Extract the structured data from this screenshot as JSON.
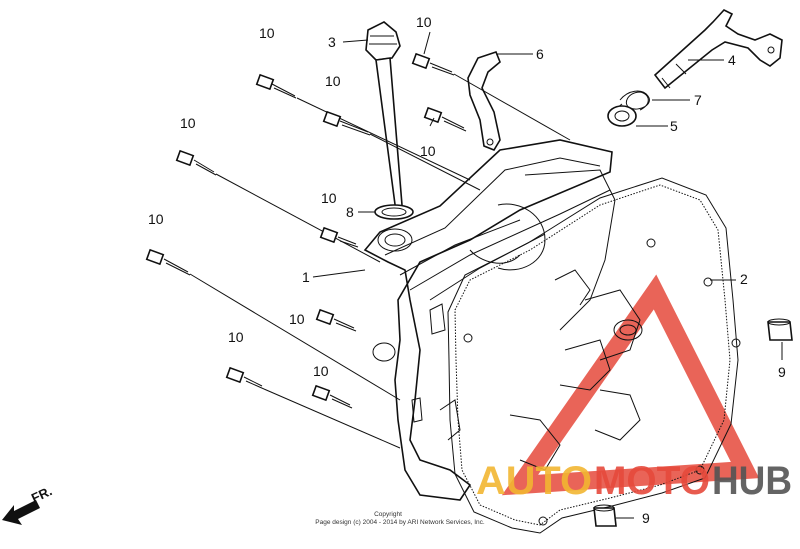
{
  "callouts": {
    "c1": "1",
    "c2": "2",
    "c3": "3",
    "c4": "4",
    "c5": "5",
    "c6": "6",
    "c7": "7",
    "c8": "8",
    "c9a": "9",
    "c9b": "9",
    "b1": "10",
    "b2": "10",
    "b3": "10",
    "b4": "10",
    "b5": "10",
    "b6": "10",
    "b7": "10",
    "b8": "10",
    "b9": "10",
    "b10": "10"
  },
  "direction_label": "FR.",
  "copyright": {
    "line1": "Copyright",
    "line2": "Page design (c) 2004 - 2014 by ARI Network Services, Inc."
  },
  "watermark": {
    "part1": "AUTO",
    "part2": "MOTO",
    "part3": "HUB"
  },
  "colors": {
    "watermark_red": "#e64a3c",
    "watermark_yellow": "#f2b632",
    "watermark_gray": "#545454"
  }
}
